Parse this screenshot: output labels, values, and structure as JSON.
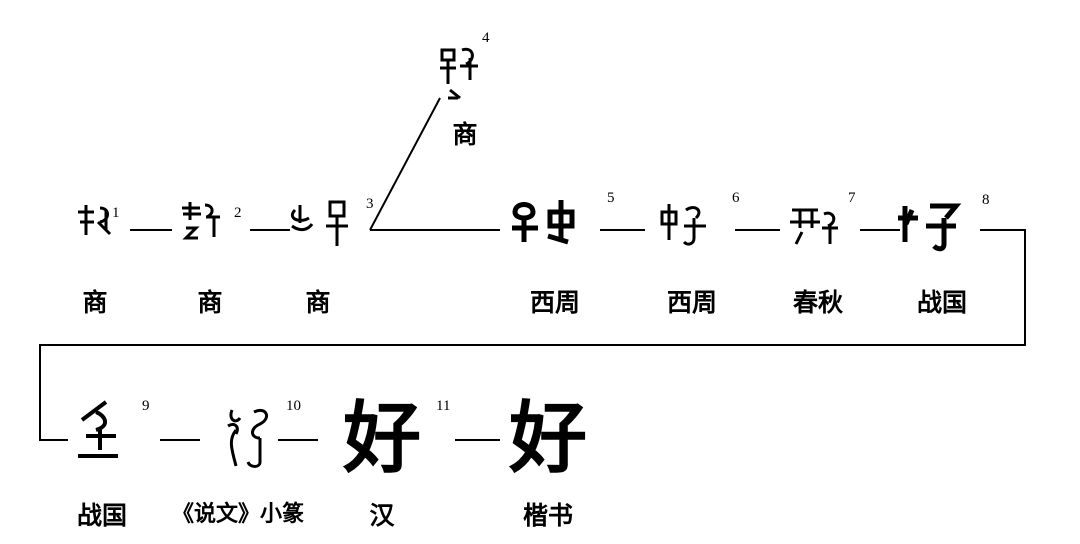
{
  "title": "好字演变",
  "stages": [
    {
      "num": "1",
      "period": "商"
    },
    {
      "num": "2",
      "period": "商"
    },
    {
      "num": "3",
      "period": "商"
    },
    {
      "num": "4",
      "period": "商"
    },
    {
      "num": "5",
      "period": "西周"
    },
    {
      "num": "6",
      "period": "西周"
    },
    {
      "num": "7",
      "period": "春秋"
    },
    {
      "num": "8",
      "period": "战国"
    },
    {
      "num": "9",
      "period": "战国"
    },
    {
      "num": "10",
      "period": "《说文》小篆"
    },
    {
      "num": "11",
      "period": "汉"
    },
    {
      "num": "",
      "period": "楷书",
      "char": "好"
    }
  ],
  "han_char": "好"
}
